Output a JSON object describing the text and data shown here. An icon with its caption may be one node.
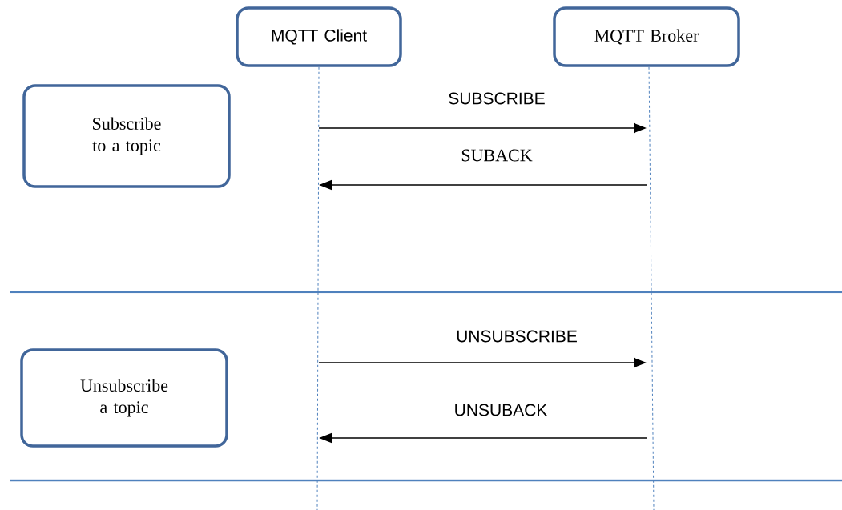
{
  "diagram": {
    "nodes": [
      {
        "text": [
          "MQTT Client"
        ]
      },
      {
        "text": [
          "MQTT Broker"
        ]
      },
      {
        "text": [
          "Subscribe to a topic"
        ]
      },
      {
        "text": [
          "Unsubscribe a topic"
        ]
      }
    ],
    "edges": [
      {
        "from": 0,
        "to": 1,
        "arrow": "to",
        "label": "SUBSCRIBE"
      },
      {
        "from": 1,
        "to": 0,
        "arrow": "to",
        "label": "SUBACK"
      },
      {
        "from": 0,
        "to": 1,
        "arrow": "to",
        "label": "UNSUBSCRIBE"
      },
      {
        "from": 1,
        "to": 0,
        "arrow": "to",
        "label": "UNSUBACK"
      }
    ]
  }
}
